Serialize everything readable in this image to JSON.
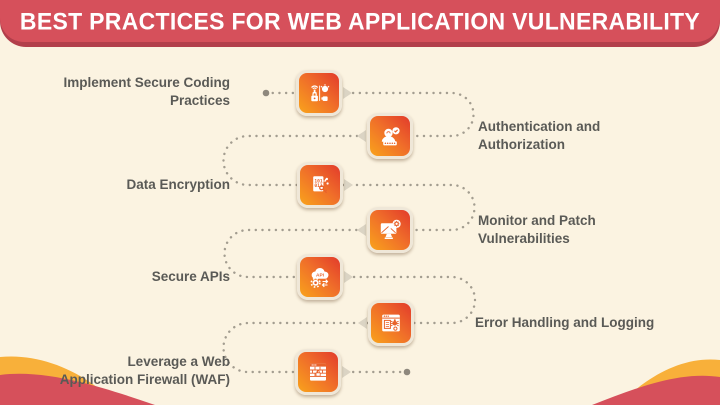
{
  "title": "BEST PRACTICES FOR WEB APPLICATION VULNERABILITY",
  "steps": [
    {
      "label": "Implement Secure Coding Practices",
      "lines": [
        "Implement Secure Coding",
        "Practices"
      ],
      "side": "left",
      "icon": "secure-coding-icon"
    },
    {
      "label": "Authentication and Authorization",
      "lines": [
        "Authentication and",
        "Authorization"
      ],
      "side": "right",
      "icon": "authentication-icon"
    },
    {
      "label": "Data Encryption",
      "lines": [
        "Data Encryption"
      ],
      "side": "left",
      "icon": "data-encryption-icon"
    },
    {
      "label": "Monitor and Patch Vulnerabilities",
      "lines": [
        "Monitor and Patch",
        "Vulnerabilities"
      ],
      "side": "right",
      "icon": "monitor-patch-icon"
    },
    {
      "label": "Secure APIs",
      "lines": [
        "Secure APIs"
      ],
      "side": "left",
      "icon": "secure-apis-icon"
    },
    {
      "label": "Error Handling and Logging",
      "lines": [
        "Error Handling and Logging"
      ],
      "side": "right",
      "icon": "error-logging-icon"
    },
    {
      "label": "Leverage a Web Application Firewall (WAF)",
      "lines": [
        "Leverage a Web",
        "Application Firewall (WAF)"
      ],
      "side": "left",
      "icon": "waf-icon"
    }
  ],
  "flow": {
    "start_marker": "dot",
    "end_marker": "dot",
    "style": "dotted-serpentine"
  },
  "colors": {
    "background": "#FBF3E1",
    "banner": "#D6505B",
    "banner_shadow": "#B23F4B",
    "wave_red": "#D6505B",
    "wave_yellow": "#F8B03A",
    "tile_gradient_start": "#F9A31C",
    "tile_gradient_end": "#E23B2B",
    "tile_border": "#EFE7D8",
    "dotted_line": "#A39D90",
    "arrow": "#DBD4C4",
    "label_text": "#5A5A56",
    "title_text": "#FFFFFF"
  }
}
